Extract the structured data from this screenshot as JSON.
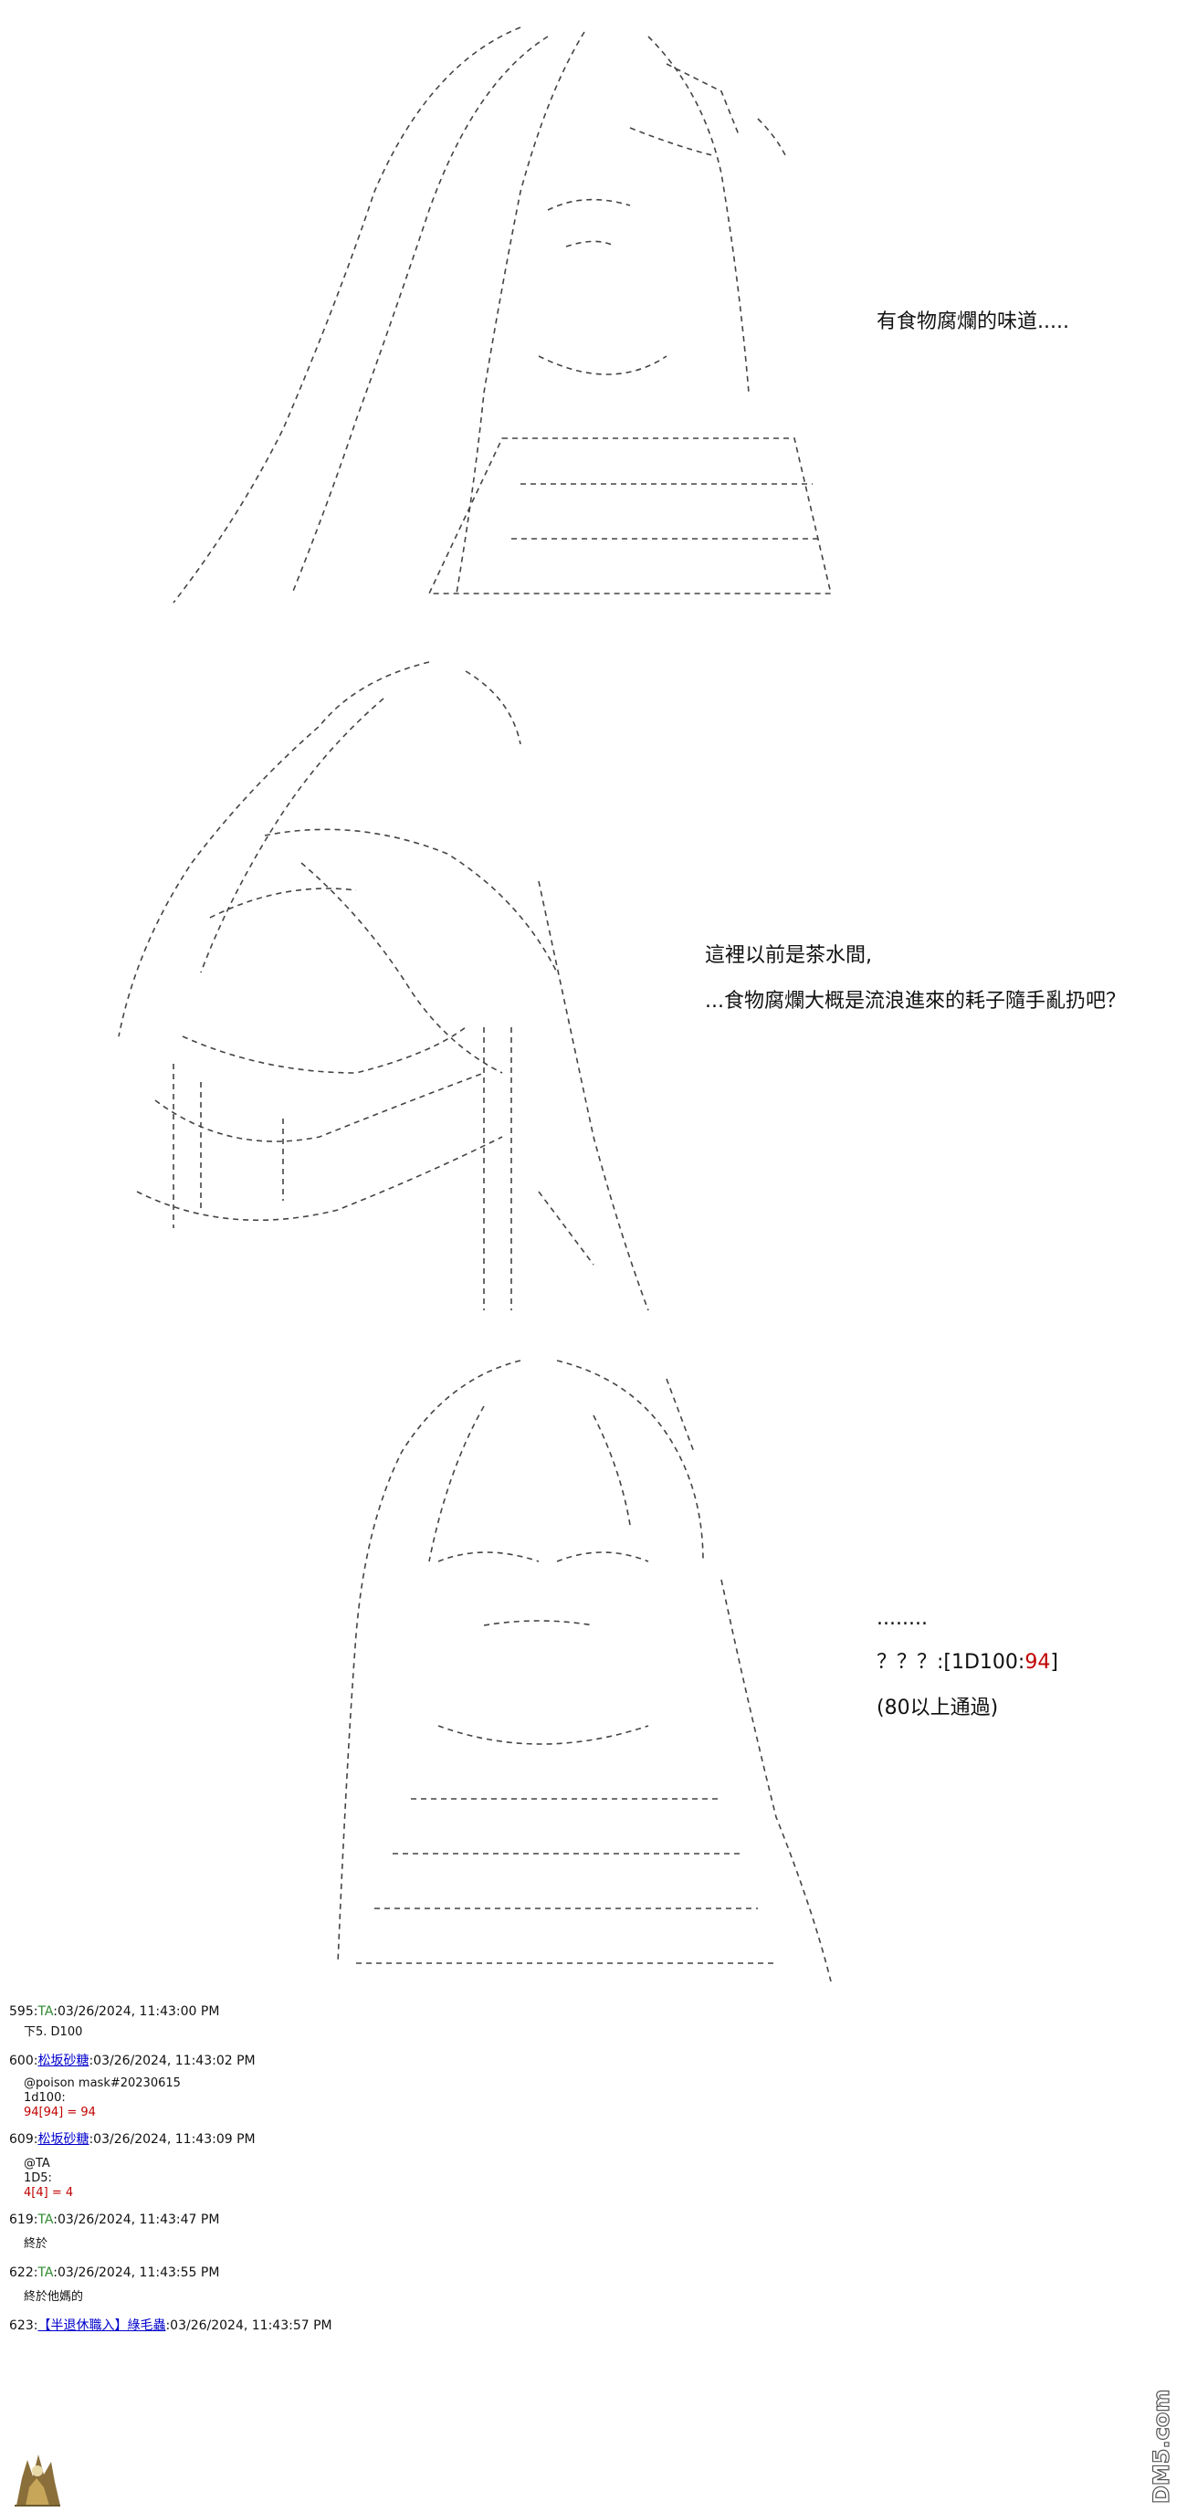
{
  "panels": [
    {
      "dialogue": [
        "有食物腐爛的味道....."
      ]
    },
    {
      "dialogue": [
        "這裡以前是茶水間,",
        "...食物腐爛大概是流浪進來的耗子隨手亂扔吧？"
      ]
    },
    {
      "dialogue": [
        "........",
        "？？？:[1D100:",
        "94",
        "]",
        "(80以上通過)"
      ]
    }
  ],
  "posts": [
    {
      "num": "595",
      "name": "TA",
      "time": ":03/26/2024, 11:43:00 PM",
      "body": [
        "下5. D100"
      ]
    },
    {
      "num": "600",
      "name": "松坂砂糖",
      "time": ":03/26/2024, 11:43:02 PM",
      "body": [
        "@poison mask#20230615",
        "1d100:",
        "94[94] = 94"
      ]
    },
    {
      "num": "609",
      "name": "松坂砂糖",
      "time": ":03/26/2024, 11:43:09 PM",
      "body": [
        "@TA",
        "1D5:",
        "4[4] = 4"
      ]
    },
    {
      "num": "619",
      "name": "TA",
      "time": ":03/26/2024, 11:43:47 PM",
      "body": [
        "終於"
      ]
    },
    {
      "num": "622",
      "name": "TA",
      "time": ":03/26/2024, 11:43:55 PM",
      "body": [
        "終於他媽的"
      ]
    },
    {
      "num": "623",
      "name": "【半退休職入】綠毛蟲",
      "time": ":03/26/2024, 11:43:57 PM",
      "body": []
    }
  ],
  "separators": [
    ":",
    ":",
    ":",
    ":",
    ":",
    ":"
  ],
  "watermark": "DM5.com",
  "colors": {
    "green": "#2e8b2e",
    "link": "#0000cc",
    "red": "#c00000"
  }
}
